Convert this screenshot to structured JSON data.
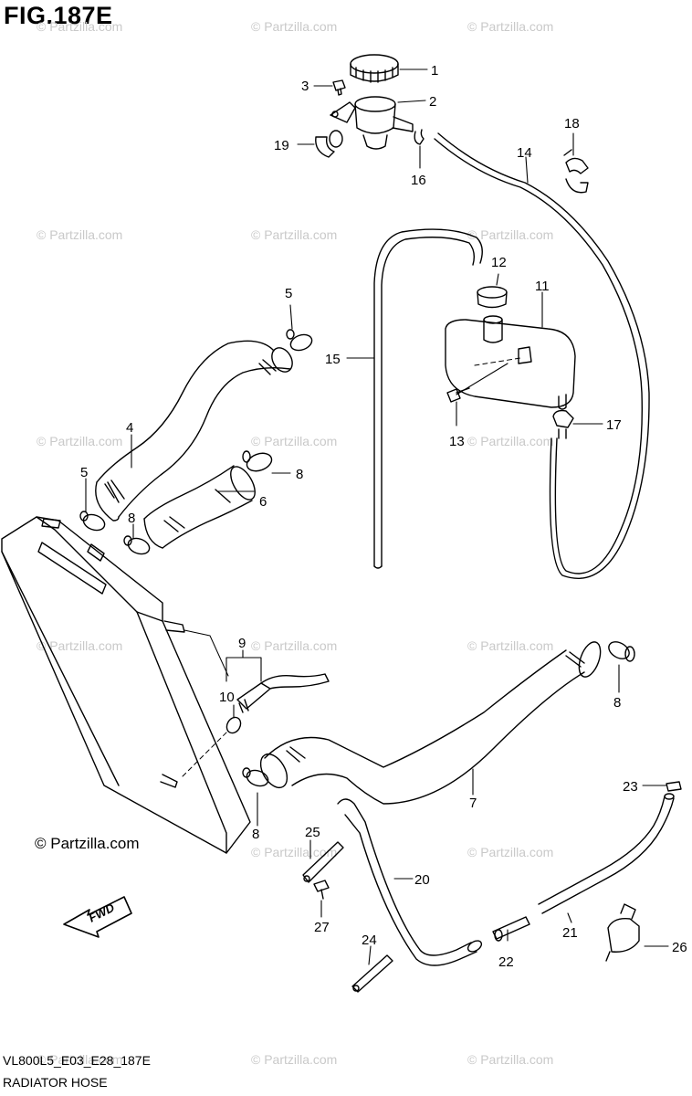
{
  "figure": {
    "title": "FIG.187E",
    "code": "VL800L5_E03_E28_187E",
    "name": "RADIATOR HOSE",
    "copyright": "© Partzilla.com",
    "watermark": "© Partzilla.com",
    "direction_label": "FWD"
  },
  "callouts": [
    "1",
    "2",
    "3",
    "4",
    "5",
    "5",
    "6",
    "7",
    "8",
    "8",
    "8",
    "8",
    "9",
    "10",
    "11",
    "12",
    "13",
    "14",
    "15",
    "16",
    "17",
    "18",
    "19",
    "20",
    "21",
    "22",
    "23",
    "24",
    "25",
    "26",
    "27"
  ],
  "colors": {
    "line": "#000000",
    "watermark": "#c9c9c9",
    "background": "#ffffff"
  }
}
